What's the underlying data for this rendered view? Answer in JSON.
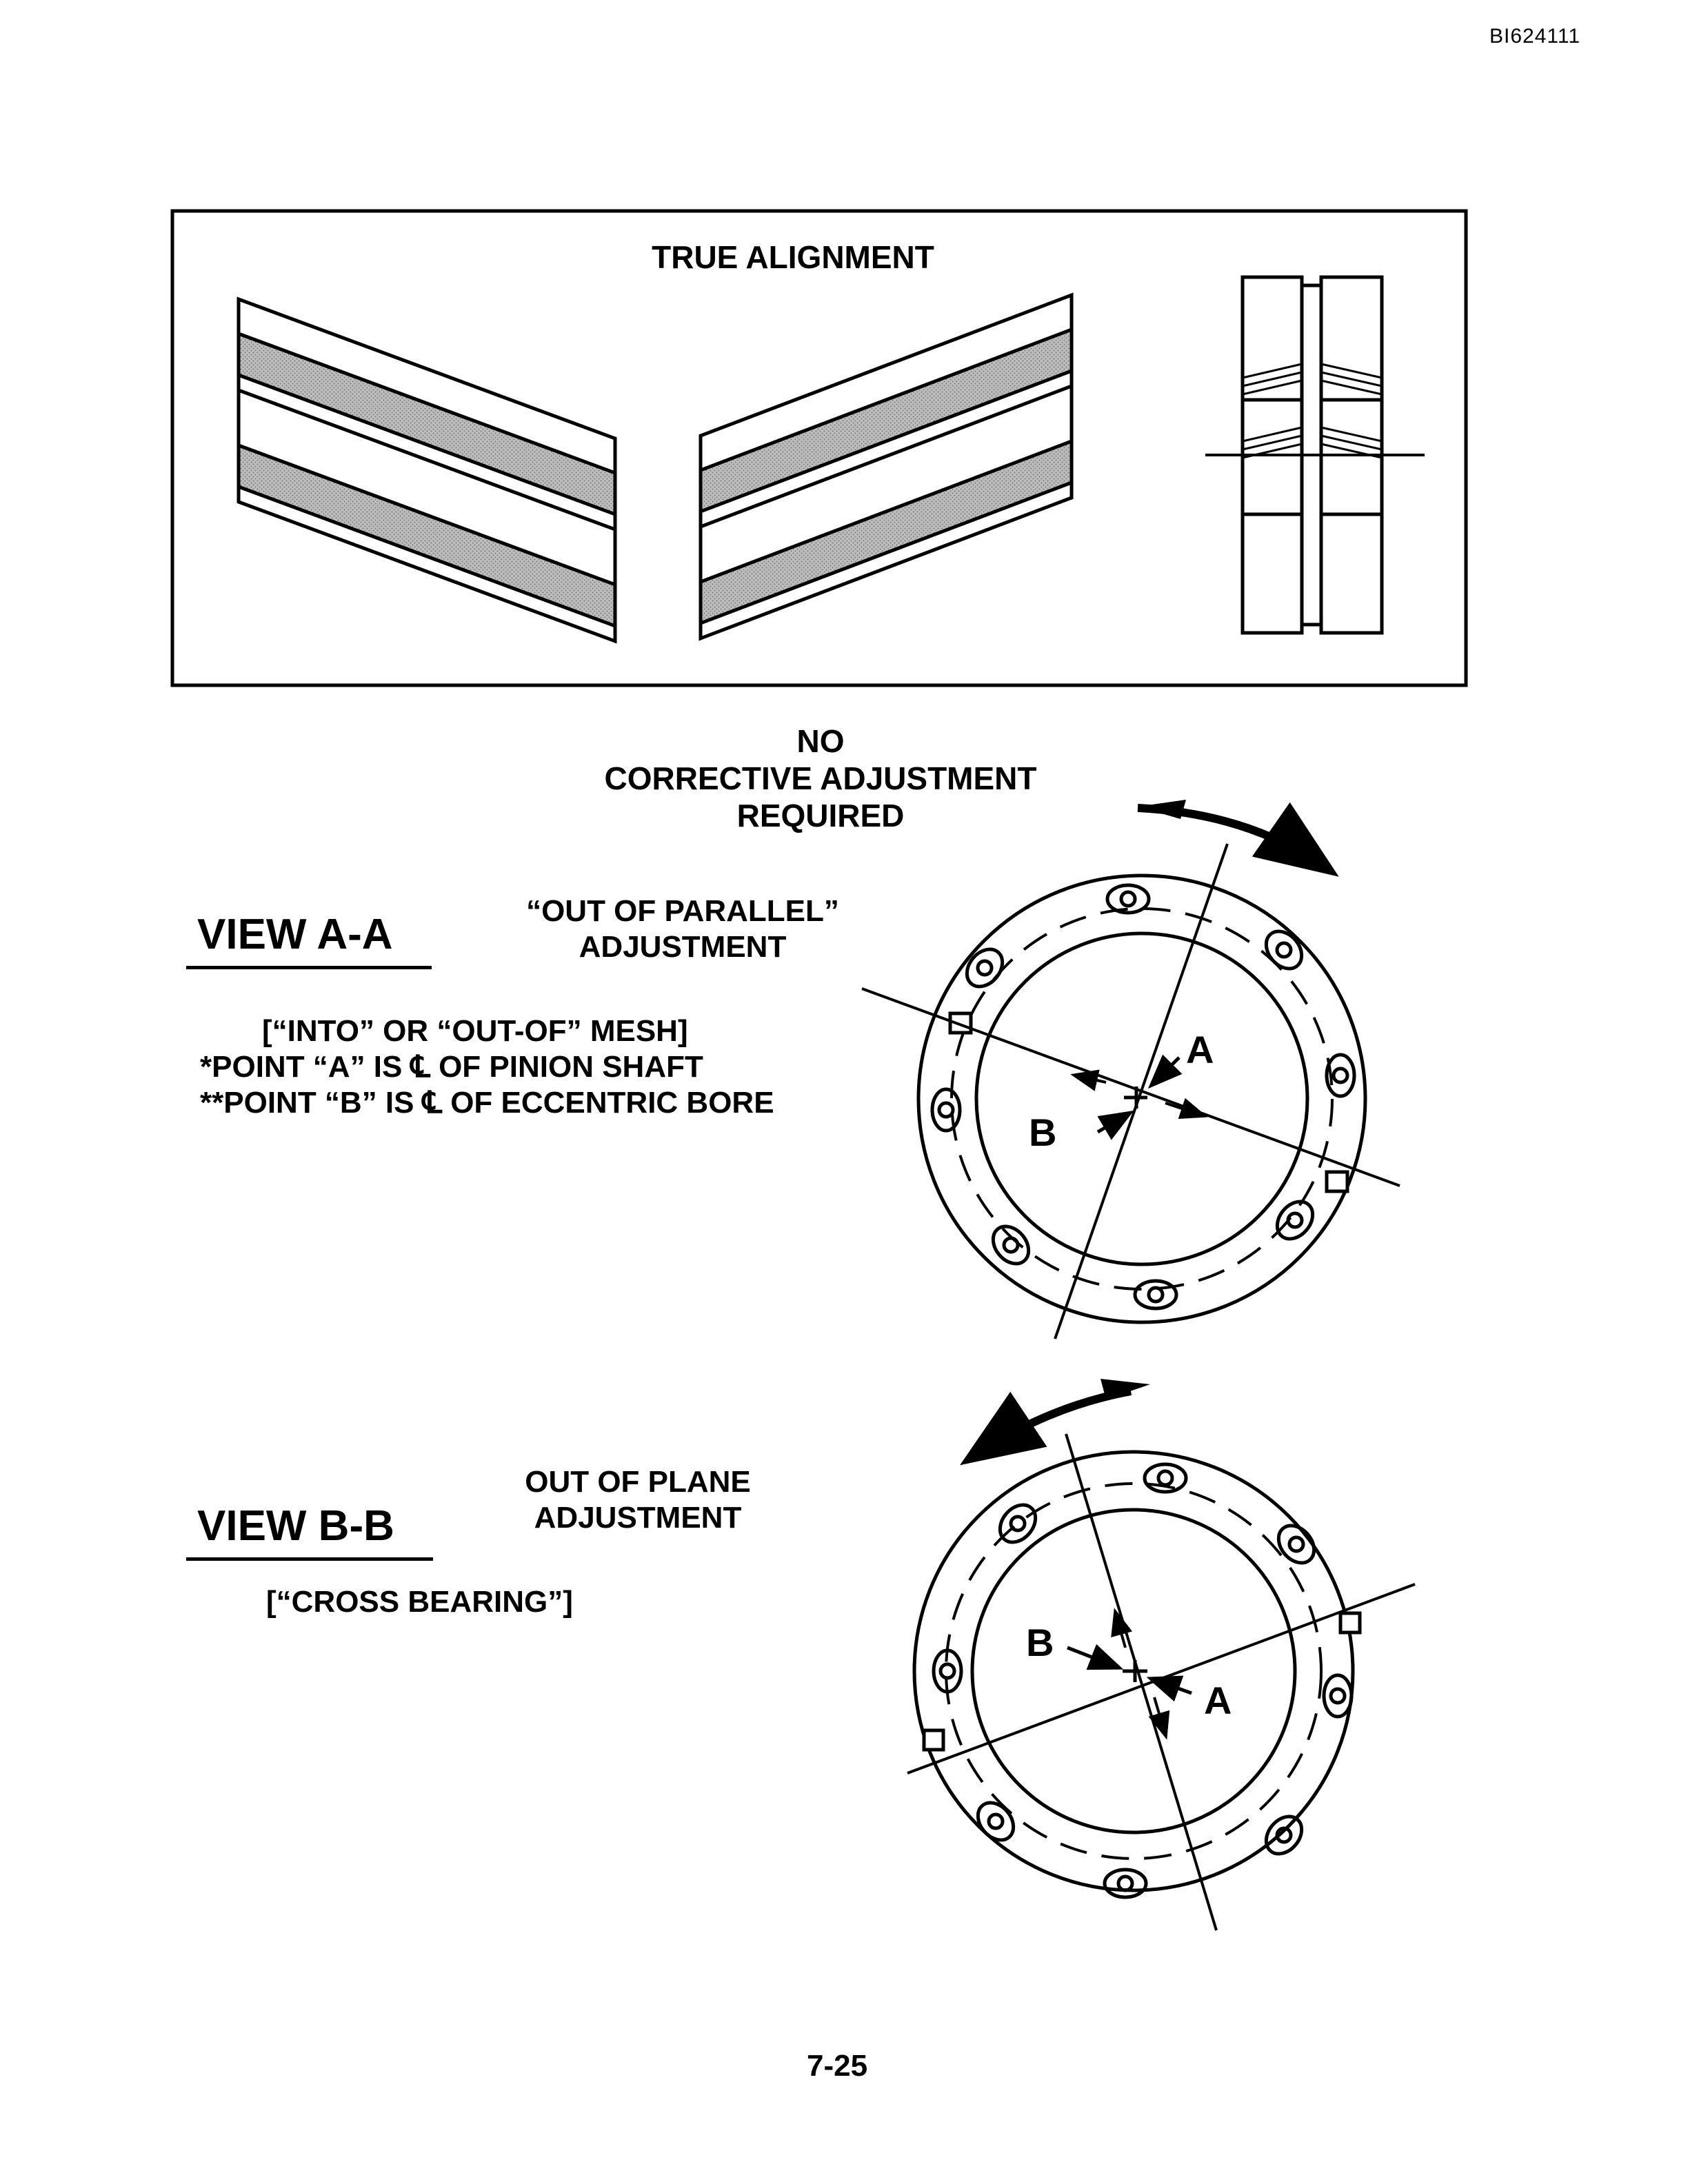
{
  "document_id": "BI624111",
  "page_number": "7-25",
  "true_alignment": {
    "title": "TRUE ALIGNMENT",
    "caption_lines": [
      "NO",
      "CORRECTIVE ADJUSTMENT",
      "REQUIRED"
    ]
  },
  "view_a": {
    "title": "VIEW A-A",
    "subtitle_lines": [
      "“OUT OF PARALLEL”",
      "ADJUSTMENT"
    ],
    "notes": [
      "[“INTO” OR “OUT-OF” MESH]",
      "*POINT “A” IS ℄ OF PINION SHAFT",
      "**POINT “B” IS ℄ OF ECCENTRIC BORE"
    ],
    "label_a": "A",
    "label_b": "B"
  },
  "view_b": {
    "title": "VIEW B-B",
    "subtitle_lines": [
      "OUT OF PLANE",
      "ADJUSTMENT"
    ],
    "note": "[“CROSS BEARING”]",
    "label_a": "A",
    "label_b": "B"
  }
}
